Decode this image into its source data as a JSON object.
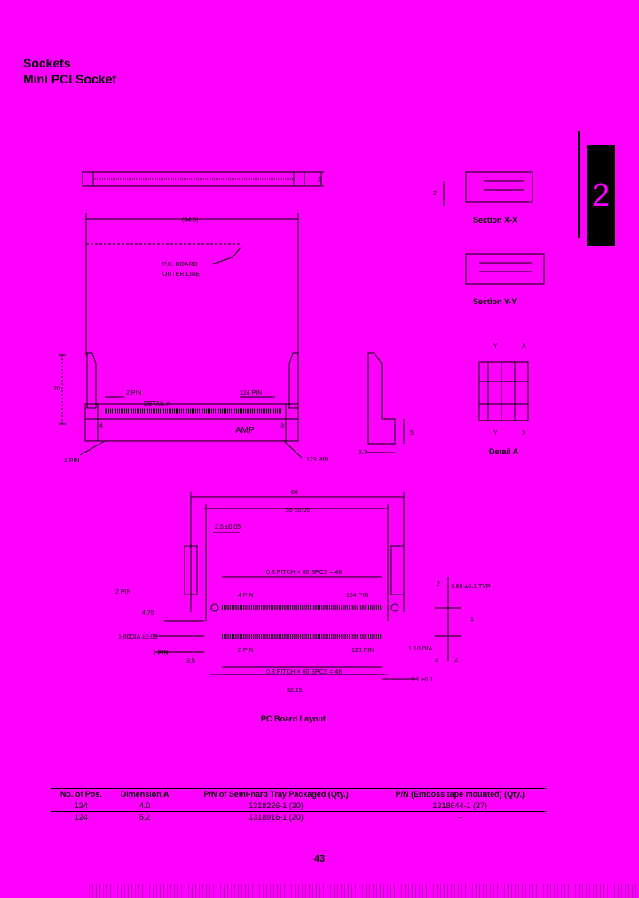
{
  "header": {
    "category": "Sockets",
    "product": "Mini PCI Socket"
  },
  "tab_number": "2",
  "drawings": {
    "top_dim": "(84.6)",
    "dim_a": "A",
    "pc_board_outer": [
      "P.C. BOARD",
      "OUTER LINE"
    ],
    "detail_a_ref": "DETAIL A",
    "pin2": "2 PIN",
    "pin124": "124 PIN",
    "pin1": "1 PIN",
    "pin123": "123 PIN",
    "pin3": "3",
    "pin4": "4",
    "height20": "20",
    "amp": "AMP",
    "side_5": "5",
    "side_37": "3.7",
    "section_xx": "Section X-X",
    "section_yy": "Section Y-Y",
    "detail_a": "Detail A",
    "detail_y": "Y",
    "detail_x": "X",
    "sec_dim": "2",
    "layout_title": "PC Board Layout",
    "dim_60": "60",
    "dim_55": "55 ±0.05",
    "dim_25": "2.5 ±0.05",
    "pitch_top": "0.8 PITCH × 60 SPCS = 48",
    "pitch_bot": "0.8 PITCH × 60 SPCS = 48",
    "dim_5215": "52.15",
    "lay_2pin": "2 PIN",
    "lay_4pin": "4 PIN",
    "lay_124pin": "124 PIN",
    "lay_1pin": "1 PIN",
    "lay_2pin_b": "2 PIN",
    "lay_123pin": "123 PIN",
    "lay_475": "4.75",
    "lay_160dia": "1.60DIA ±0.05",
    "lay_35": "3.5",
    "lay_110dia": "1.10 DIA",
    "lay_2": "2",
    "lay_168typ": "1.68 ±0.1 TYP",
    "lay_1": "1",
    "lay_3": "3",
    "lay_11": "1.1 ±0.1",
    "lay_2b": "2"
  },
  "table": {
    "headers": [
      "No. of Pos.",
      "Dimension A",
      "P/N of Semi-hard Tray Packaged (Qty.)",
      "P/N (Emboss tape mounted) (Qty.)"
    ],
    "rows": [
      [
        "124",
        "4.0",
        "1318226-1 (20)",
        "1318644-1 (27)"
      ],
      [
        "124",
        "5.2",
        "1318916-1 (20)",
        "–"
      ]
    ]
  },
  "page_number": "43"
}
